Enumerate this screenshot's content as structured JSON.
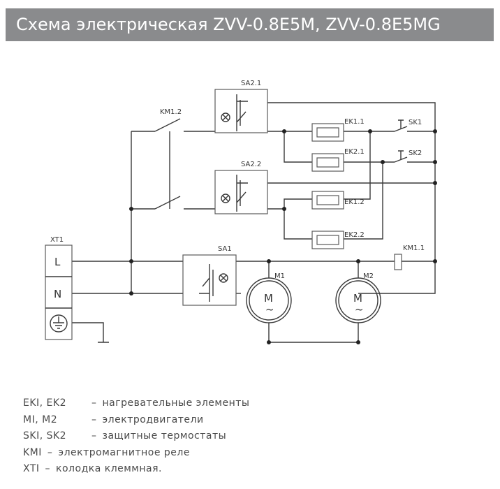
{
  "title": "Схема электрическая ZVV-0.8E5M, ZVV-0.8E5MG",
  "components": {
    "xt1": "XT1",
    "terminal_l": "L",
    "terminal_n": "N",
    "km12": "KM1.2",
    "km11": "KM1.1",
    "sa21": "SA2.1",
    "sa22": "SA2.2",
    "sa1": "SA1",
    "ek11": "EK1.1",
    "ek21": "EK2.1",
    "ek12": "EK1.2",
    "ek22": "EK2.2",
    "sk1": "SK1",
    "sk2": "SK2",
    "m1": "M1",
    "m2": "M2",
    "motor_letter": "M",
    "motor_ac": "~"
  },
  "legend": [
    {
      "code": "EKI, EK2",
      "desc": "нагревательные элементы",
      "dash": "–"
    },
    {
      "code": "MI, M2",
      "desc": "электродвигатели",
      "dash": "–"
    },
    {
      "code": "SKI, SK2",
      "desc": "защитные термостаты",
      "dash": "–"
    },
    {
      "code": "KMI",
      "desc": "электромагнитное реле",
      "dash": "–"
    },
    {
      "code": "XTI",
      "desc": "колодка клеммная.",
      "dash": "–"
    }
  ]
}
